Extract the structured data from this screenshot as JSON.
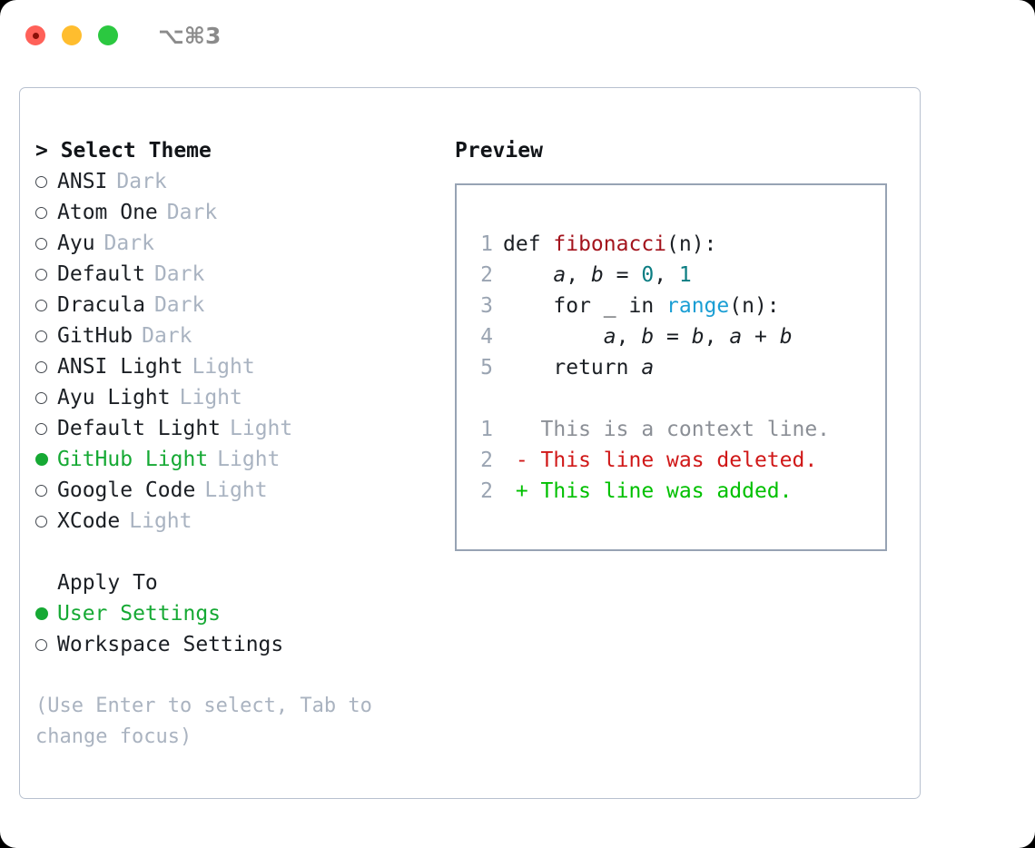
{
  "window": {
    "shortcut": "⌥⌘3",
    "traffic_lights": [
      {
        "name": "close",
        "color": "#ff6159"
      },
      {
        "name": "minimize",
        "color": "#ffbd2e"
      },
      {
        "name": "maximize",
        "color": "#2bc840"
      }
    ]
  },
  "theme_selector": {
    "header": "> Select Theme",
    "options": [
      {
        "name": "ANSI",
        "kind": "Dark",
        "selected": false
      },
      {
        "name": "Atom One",
        "kind": "Dark",
        "selected": false
      },
      {
        "name": "Ayu",
        "kind": "Dark",
        "selected": false
      },
      {
        "name": "Default",
        "kind": "Dark",
        "selected": false
      },
      {
        "name": "Dracula",
        "kind": "Dark",
        "selected": false
      },
      {
        "name": "GitHub",
        "kind": "Dark",
        "selected": false
      },
      {
        "name": "ANSI Light",
        "kind": "Light",
        "selected": false
      },
      {
        "name": "Ayu Light",
        "kind": "Light",
        "selected": false
      },
      {
        "name": "Default Light",
        "kind": "Light",
        "selected": false
      },
      {
        "name": "GitHub Light",
        "kind": "Light",
        "selected": true
      },
      {
        "name": "Google Code",
        "kind": "Light",
        "selected": false
      },
      {
        "name": "XCode",
        "kind": "Light",
        "selected": false
      }
    ]
  },
  "apply_to": {
    "header": "Apply To",
    "options": [
      {
        "name": "User Settings",
        "selected": true
      },
      {
        "name": "Workspace Settings",
        "selected": false
      }
    ]
  },
  "hint": "(Use Enter to select, Tab to change focus)",
  "preview": {
    "title": "Preview",
    "code_lines": [
      {
        "no": "1",
        "tokens": [
          {
            "t": "def ",
            "k": "kw"
          },
          {
            "t": "fibonacci",
            "k": "fn"
          },
          {
            "t": "(n):",
            "k": "punc"
          }
        ]
      },
      {
        "no": "2",
        "tokens": [
          {
            "t": "    ",
            "k": "punc"
          },
          {
            "t": "a",
            "k": "var"
          },
          {
            "t": ", ",
            "k": "punc"
          },
          {
            "t": "b",
            "k": "var"
          },
          {
            "t": " = ",
            "k": "punc"
          },
          {
            "t": "0",
            "k": "num"
          },
          {
            "t": ", ",
            "k": "punc"
          },
          {
            "t": "1",
            "k": "num"
          }
        ]
      },
      {
        "no": "3",
        "tokens": [
          {
            "t": "    for _ in ",
            "k": "kw"
          },
          {
            "t": "range",
            "k": "call"
          },
          {
            "t": "(n):",
            "k": "punc"
          }
        ]
      },
      {
        "no": "4",
        "tokens": [
          {
            "t": "        ",
            "k": "punc"
          },
          {
            "t": "a",
            "k": "var"
          },
          {
            "t": ", ",
            "k": "punc"
          },
          {
            "t": "b",
            "k": "var"
          },
          {
            "t": " = ",
            "k": "punc"
          },
          {
            "t": "b",
            "k": "var"
          },
          {
            "t": ", ",
            "k": "punc"
          },
          {
            "t": "a",
            "k": "var"
          },
          {
            "t": " + ",
            "k": "punc"
          },
          {
            "t": "b",
            "k": "var"
          }
        ]
      },
      {
        "no": "5",
        "tokens": [
          {
            "t": "    return ",
            "k": "kw"
          },
          {
            "t": "a",
            "k": "var"
          }
        ]
      }
    ],
    "diff_lines": [
      {
        "no": "1",
        "marker": " ",
        "text": "This is a context line.",
        "kind": "ctx"
      },
      {
        "no": "2",
        "marker": "-",
        "text": "This line was deleted.",
        "kind": "del"
      },
      {
        "no": "2",
        "marker": "+",
        "text": "This line was added.",
        "kind": "add"
      }
    ]
  },
  "colors": {
    "accent_green": "#16a934",
    "muted": "#a9b3c1",
    "diff_add": "#00c000",
    "diff_del": "#d01818",
    "border": "#97a3b4"
  }
}
